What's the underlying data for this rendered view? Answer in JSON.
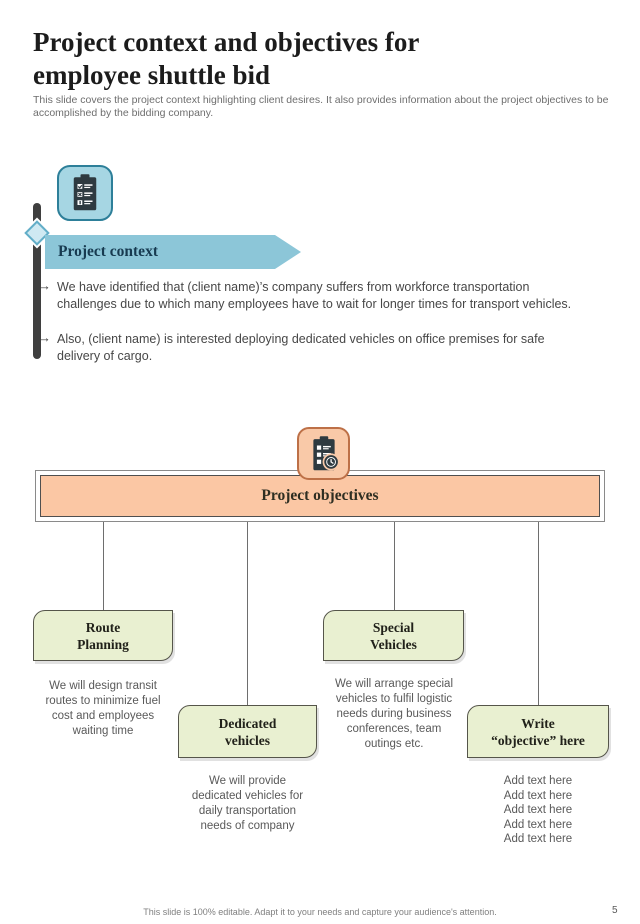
{
  "page": {
    "title_lines": [
      "Project context and objectives for",
      "employee shuttle bid"
    ],
    "subtitle": "This slide covers the project context highlighting client desires. It also provides information about the project objectives to be accomplished by the bidding company.",
    "footer": "This slide is 100% editable. Adapt it to your needs and capture your audience's attention.",
    "page_number": "5"
  },
  "context_section": {
    "banner_label": "Project context",
    "icon": "checklist-clipboard-icon",
    "bullet_marker": "→",
    "bullets": [
      "We have identified that (client name)’s company suffers from workforce transportation challenges due to which many employees have to wait for longer times for transport vehicles.",
      "Also, (client name) is interested deploying dedicated vehicles on office premises for safe delivery of cargo."
    ]
  },
  "objectives_section": {
    "banner_label": "Project objectives",
    "icon": "clipboard-clock-icon",
    "items": [
      {
        "label_lines": [
          "Route",
          "Planning"
        ],
        "description": "We will design transit routes to minimize fuel cost and employees waiting time"
      },
      {
        "label_lines": [
          "Dedicated",
          "vehicles"
        ],
        "description": "We will provide dedicated vehicles for daily transportation needs of company"
      },
      {
        "label_lines": [
          "Special",
          "Vehicles"
        ],
        "description": "We will arrange special vehicles to fulfil logistic needs during business conferences, team outings etc."
      },
      {
        "label_lines": [
          "Write",
          "“objective” here"
        ],
        "lines": [
          "Add text here",
          "Add text here",
          "Add text here",
          "Add text here",
          "Add text here"
        ]
      }
    ]
  },
  "colors": {
    "context_banner": "#8cc6d8",
    "context_icon_bg": "#a6d6e3",
    "objectives_banner": "#fbc7a4",
    "objectives_icon_bg": "#f9c9a8",
    "objective_box": "#e9f0d1",
    "timeline_bar": "#3f3f3f"
  }
}
